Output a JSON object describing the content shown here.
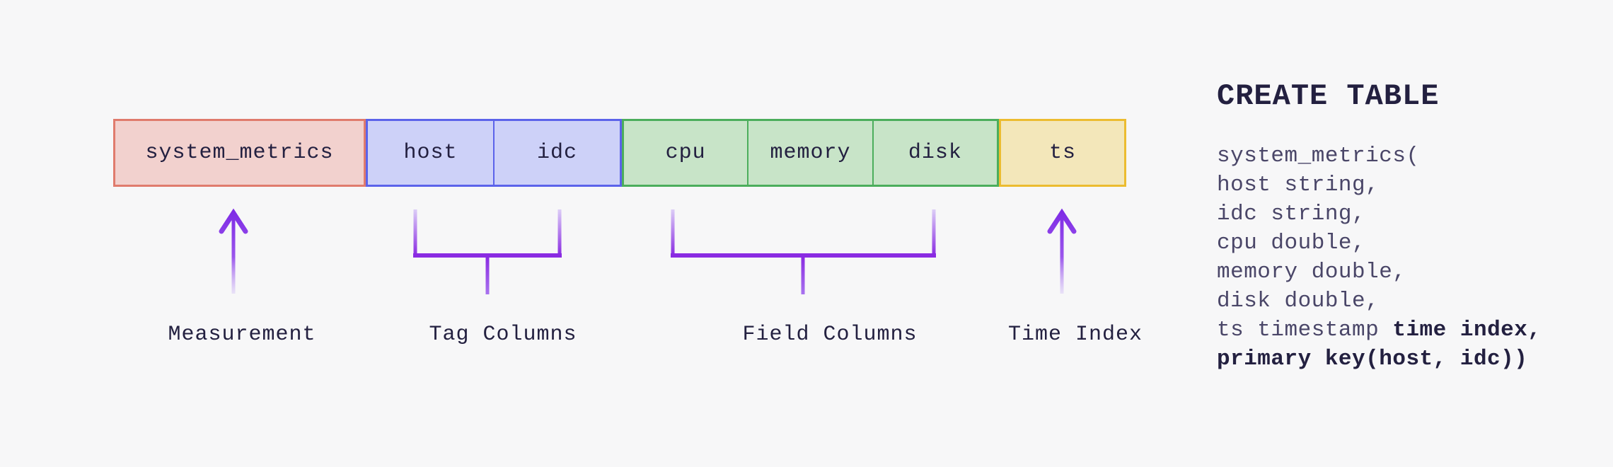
{
  "diagram": {
    "bar": {
      "measurement": "system_metrics",
      "tag_columns": [
        "host",
        "idc"
      ],
      "field_columns": [
        "cpu",
        "memory",
        "disk"
      ],
      "time_index": "ts"
    },
    "labels": {
      "measurement": "Measurement",
      "tag": "Tag Columns",
      "field": "Field Columns",
      "time": "Time Index"
    }
  },
  "sql": {
    "heading": "CREATE TABLE",
    "lines": [
      {
        "pre": "system_metrics(",
        "bold": "",
        "post": ""
      },
      {
        "pre": "host string,",
        "bold": "",
        "post": ""
      },
      {
        "pre": "idc string,",
        "bold": "",
        "post": ""
      },
      {
        "pre": "cpu double,",
        "bold": "",
        "post": ""
      },
      {
        "pre": "memory double,",
        "bold": "",
        "post": ""
      },
      {
        "pre": "disk double,",
        "bold": "",
        "post": ""
      },
      {
        "pre": "ts timestamp ",
        "bold": "time index,",
        "post": ""
      },
      {
        "pre": "",
        "bold": "primary key(host, idc))",
        "post": ""
      }
    ]
  },
  "colors": {
    "background": "#f7f7f8",
    "text": "#232040",
    "sql-regular": "#4a4668",
    "measurement-fill": "#f2d1ce",
    "measurement-border": "#e07b6d",
    "tag-fill": "#cdd1f8",
    "tag-border": "#5c63ea",
    "field-fill": "#c8e4c8",
    "field-border": "#4cae5c",
    "time-fill": "#f3e7ba",
    "time-border": "#ecbc30",
    "accent-purple": "#8a2be2",
    "accent-purple-light": "#d9caf6"
  }
}
